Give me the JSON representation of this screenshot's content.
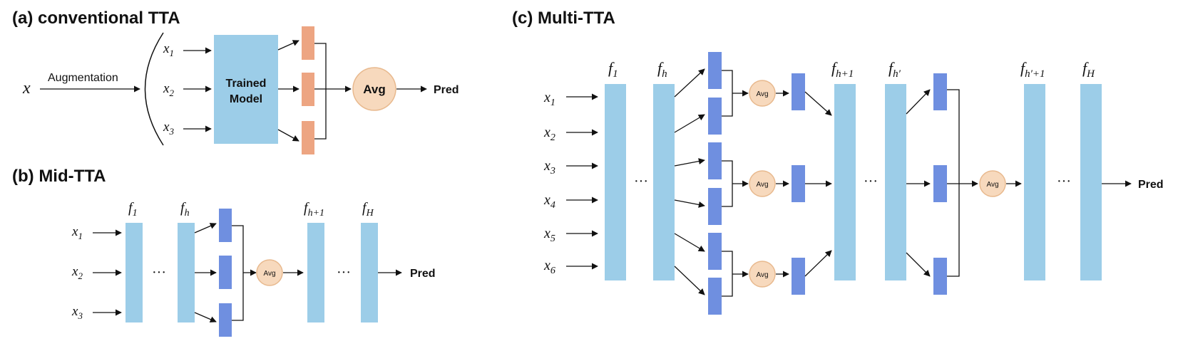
{
  "titles": {
    "a": "(a) conventional TTA",
    "b": "(b) Mid-TTA",
    "c": "(c) Multi-TTA"
  },
  "panel_a": {
    "input": "x",
    "augmentation": "Augmentation",
    "model_line1": "Trained",
    "model_line2": "Model",
    "avg": "Avg",
    "pred": "Pred",
    "inputs": [
      {
        "base": "x",
        "sub": "1"
      },
      {
        "base": "x",
        "sub": "2"
      },
      {
        "base": "x",
        "sub": "3"
      }
    ]
  },
  "panel_b": {
    "inputs": [
      {
        "base": "x",
        "sub": "1"
      },
      {
        "base": "x",
        "sub": "2"
      },
      {
        "base": "x",
        "sub": "3"
      }
    ],
    "layers": [
      {
        "base": "f",
        "sub": "1"
      },
      {
        "base": "f",
        "sub": "h"
      },
      {
        "base": "f",
        "sub": "h+1"
      },
      {
        "base": "f",
        "sub": "H"
      }
    ],
    "ellipsis": "···",
    "avg": "Avg",
    "pred": "Pred"
  },
  "panel_c": {
    "inputs": [
      {
        "base": "x",
        "sub": "1"
      },
      {
        "base": "x",
        "sub": "2"
      },
      {
        "base": "x",
        "sub": "3"
      },
      {
        "base": "x",
        "sub": "4"
      },
      {
        "base": "x",
        "sub": "5"
      },
      {
        "base": "x",
        "sub": "6"
      }
    ],
    "layers": [
      {
        "base": "f",
        "sub": "1"
      },
      {
        "base": "f",
        "sub": "h"
      },
      {
        "base": "f",
        "sub": "h+1"
      },
      {
        "base": "f",
        "sub": "h′"
      },
      {
        "base": "f",
        "sub": "h′+1"
      },
      {
        "base": "f",
        "sub": "H"
      }
    ],
    "ellipsis": "···",
    "avg": "Avg",
    "pred": "Pred"
  },
  "colors": {
    "layer": "#9ccde8",
    "feature": "#6f8fe0",
    "output": "#eda582",
    "avg_fill": "#f7d9bd",
    "avg_stroke": "#e8b98e"
  }
}
